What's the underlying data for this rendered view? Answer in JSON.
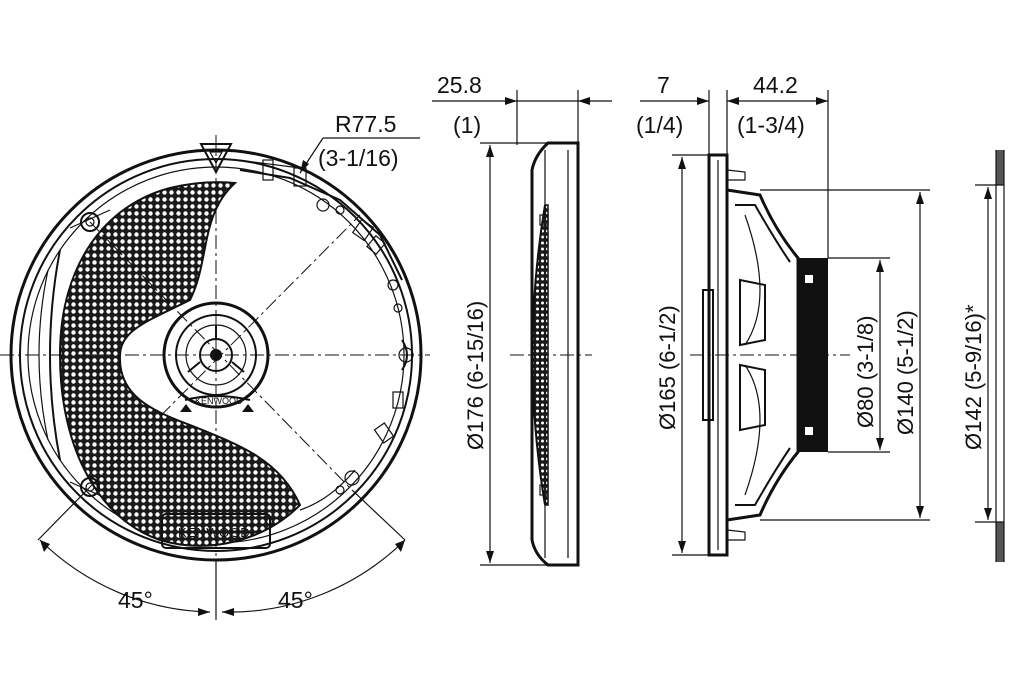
{
  "brand": "KENWOOD",
  "front_view": {
    "radius_mm": "R77.5",
    "radius_in": "(3-1/16)",
    "angle_left": "45°",
    "angle_right": "45°"
  },
  "side_view_grille": {
    "depth_mm": "25.8",
    "depth_in": "(1)",
    "outer_diameter": "Ø176 (6-15/16)"
  },
  "side_view_speaker": {
    "flange_mm": "7",
    "flange_in": "(1/4)",
    "mount_depth_mm": "44.2",
    "mount_depth_in": "(1-3/4)",
    "frame_diameter": "Ø165 (6-1/2)",
    "magnet_diameter": "Ø80 (3-1/8)",
    "basket_diameter": "Ø140 (5-1/2)"
  },
  "cutout": {
    "cutout_diameter": "Ø142 (5-9/16)*"
  }
}
